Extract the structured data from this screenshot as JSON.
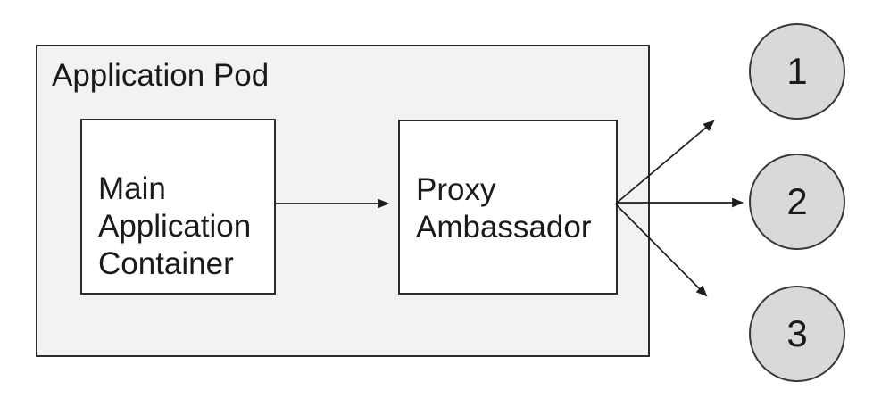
{
  "diagram": {
    "pod": {
      "label": "Application Pod"
    },
    "nodes": [
      {
        "id": "main-container",
        "label": "Main\nApplication\nContainer"
      },
      {
        "id": "proxy-ambassador",
        "label": "Proxy\nAmbassador"
      }
    ],
    "endpoints": [
      {
        "label": "1"
      },
      {
        "label": "2"
      },
      {
        "label": "3"
      }
    ],
    "connections": [
      {
        "from": "main-container",
        "to": "proxy-ambassador"
      },
      {
        "from": "proxy-ambassador",
        "to": "endpoint-1"
      },
      {
        "from": "proxy-ambassador",
        "to": "endpoint-2"
      },
      {
        "from": "proxy-ambassador",
        "to": "endpoint-3"
      }
    ],
    "colors": {
      "pod_fill": "#f2f2f2",
      "node_fill": "#ffffff",
      "endpoint_fill": "#d9d9d9",
      "stroke": "#1d1d1d"
    }
  }
}
